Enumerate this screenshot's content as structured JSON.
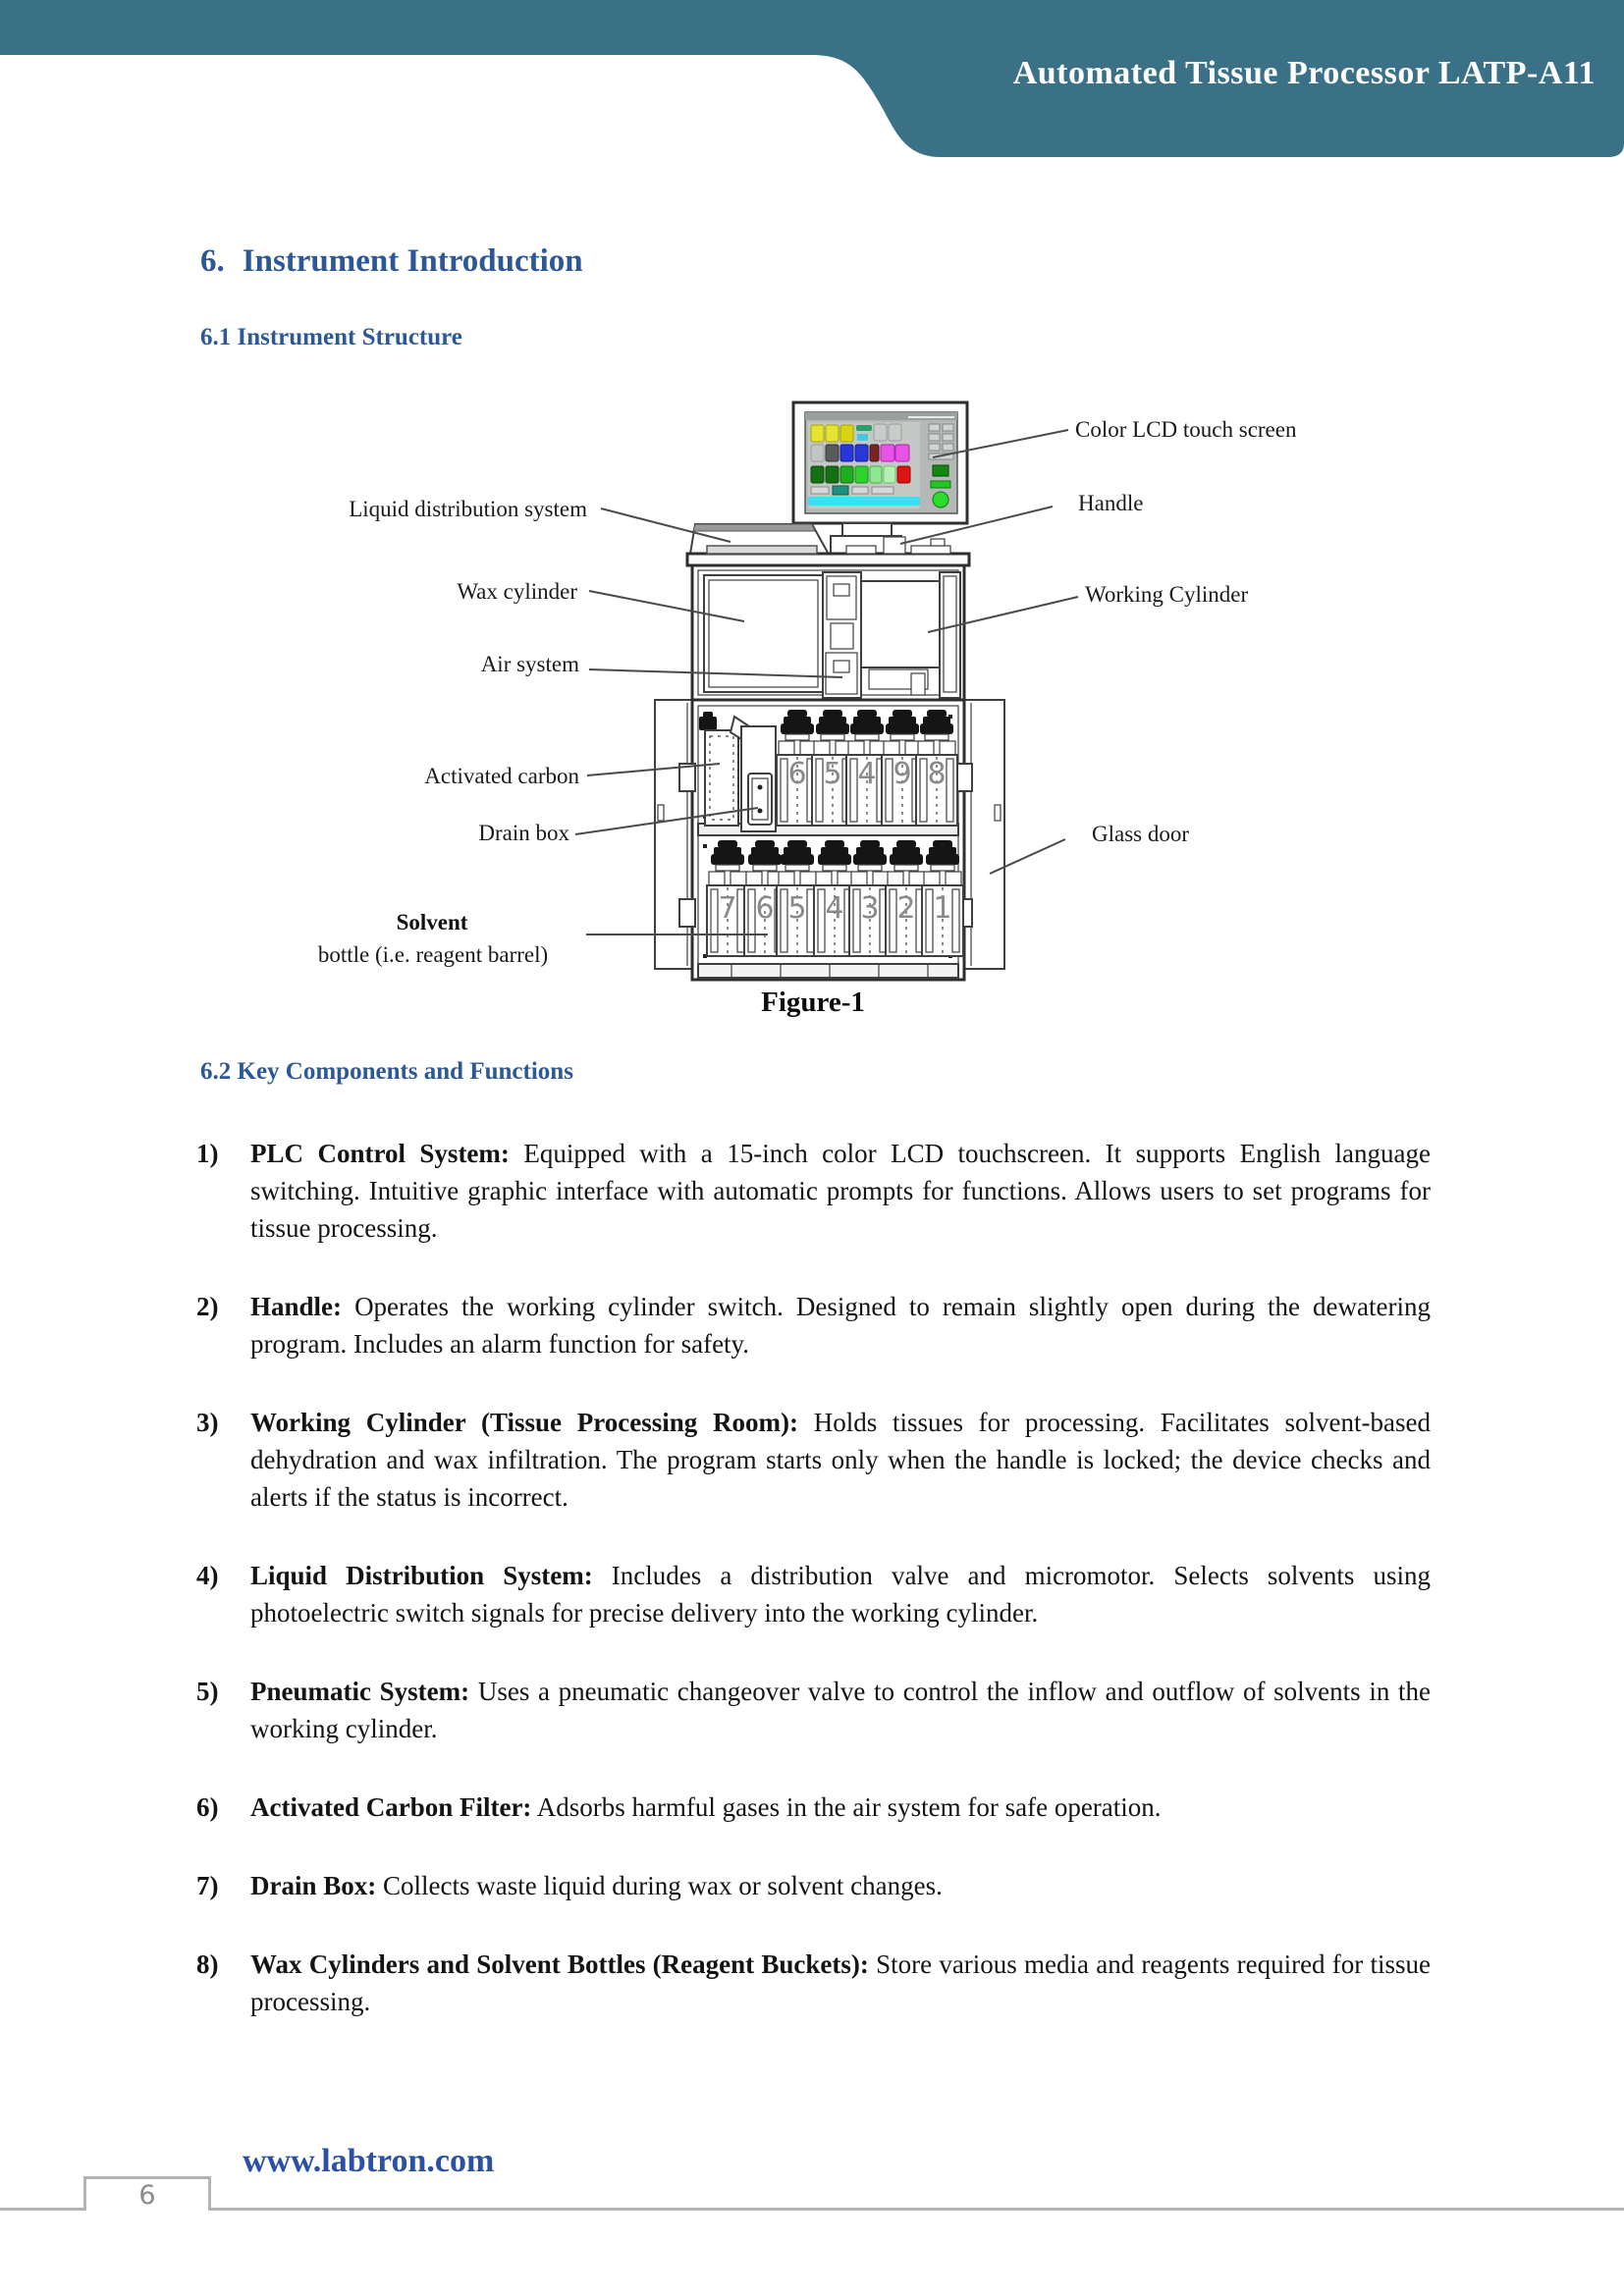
{
  "banner": {
    "title": "Automated Tissue Processor LATP-A11",
    "color": "#3b7187"
  },
  "headings": {
    "h1_num": "6.",
    "h1_text": "Instrument Introduction",
    "h2_structure": "6.1 Instrument Structure",
    "h2_components": "6.2 Key Components and Functions"
  },
  "figure": {
    "caption": "Figure-1",
    "labels_left": {
      "liquid": "Liquid distribution system",
      "wax": "Wax cylinder",
      "air": "Air system",
      "carbon": "Activated carbon",
      "drain": "Drain box"
    },
    "solvent_line1": "Solvent",
    "solvent_line2": "bottle (i.e. reagent barrel)",
    "labels_right": {
      "lcd": "Color LCD touch screen",
      "handle": "Handle",
      "working": "Working Cylinder",
      "glass": "Glass door"
    },
    "top_row_numbers": [
      "6",
      "5",
      "4",
      "9",
      "8"
    ],
    "bottom_row_numbers": [
      "7",
      "6",
      "5",
      "4",
      "3",
      "2",
      "1"
    ]
  },
  "items": [
    {
      "num": "1)",
      "label": "PLC Control System:",
      "text": "Equipped with a 15-inch color LCD touchscreen. It supports English language switching. Intuitive graphic interface with automatic prompts for functions. Allows users to set programs for tissue processing."
    },
    {
      "num": "2)",
      "label": "Handle:",
      "text": "Operates the working cylinder switch. Designed to remain slightly open during the dewatering program. Includes an alarm function for safety."
    },
    {
      "num": "3)",
      "label": "Working Cylinder (Tissue Processing Room):",
      "text": "Holds tissues for processing. Facilitates solvent-based dehydration and wax infiltration. The program starts only when the handle is locked; the device checks and alerts if the status is incorrect."
    },
    {
      "num": "4)",
      "label": "Liquid Distribution System:",
      "text": "Includes a distribution valve and micromotor. Selects solvents using photoelectric switch signals for precise delivery into the working cylinder."
    },
    {
      "num": "5)",
      "label": "Pneumatic System:",
      "text": "Uses a pneumatic changeover valve to control the inflow and outflow of solvents in the working cylinder."
    },
    {
      "num": "6)",
      "label": "Activated Carbon Filter:",
      "text": "Adsorbs harmful gases in the air system for safe operation."
    },
    {
      "num": "7)",
      "label": "Drain Box:",
      "text": "Collects waste liquid during wax or solvent changes."
    },
    {
      "num": "8)",
      "label": "Wax Cylinders and Solvent Bottles (Reagent Buckets):",
      "text": "Store various media and reagents required for tissue processing."
    }
  ],
  "footer": {
    "url": "www.labtron.com",
    "page": "6"
  }
}
